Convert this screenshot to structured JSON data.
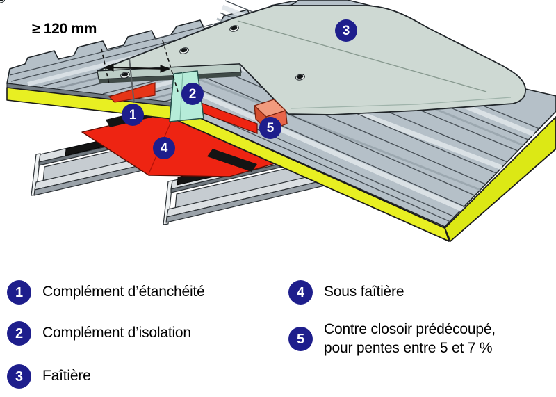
{
  "dimension_label": "≥ 120 mm",
  "markers": [
    "1",
    "2",
    "3",
    "4",
    "5"
  ],
  "legend": {
    "left": [
      {
        "num": "1",
        "label": "Complément d’étanchéité"
      },
      {
        "num": "2",
        "label": "Complément d’isolation"
      },
      {
        "num": "3",
        "label": "Faîtière"
      }
    ],
    "right": [
      {
        "num": "4",
        "label": "Sous faîtière"
      },
      {
        "num": "5",
        "label": "Contre closoir prédécoupé,",
        "label2": "pour pentes entre 5 et 7 %"
      }
    ]
  },
  "colors": {
    "marker_navy": "#1e1e8c",
    "insulation_yellow": "#e8ef22",
    "membrane_red": "#ee2412",
    "ridge_cap_green": "#ced9d3",
    "isolation_teal": "#b6ecd9",
    "closoir_salmon": "#e87a5c",
    "panel_grey": "#b5c0c8"
  }
}
